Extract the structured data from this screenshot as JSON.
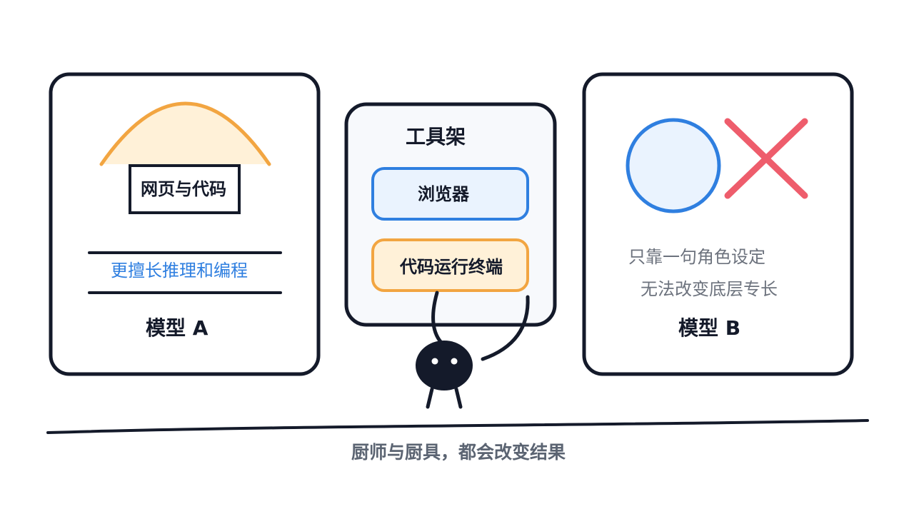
{
  "colors": {
    "ink": "#141a2a",
    "accent_orange": "#f2a541",
    "orange_fill": "#fff1d8",
    "accent_blue": "#2f7fe0",
    "blue_fill": "#eaf3fe",
    "accent_red": "#ee5d6c",
    "shelf_fill": "#f7f9fc",
    "muted_text": "#6c727d"
  },
  "model_a": {
    "title": "模型 A",
    "card_text": "网页与代码",
    "skill_text": "更擅长推理和编程"
  },
  "toolshelf": {
    "title": "工具架",
    "tools": [
      {
        "label": "浏览器"
      },
      {
        "label": "代码运行终端"
      }
    ]
  },
  "model_b": {
    "title": "模型 B",
    "note_lines": [
      "只靠一句角色设定",
      "无法改变底层专长"
    ]
  },
  "caption": "厨师与厨具，都会改变结果"
}
